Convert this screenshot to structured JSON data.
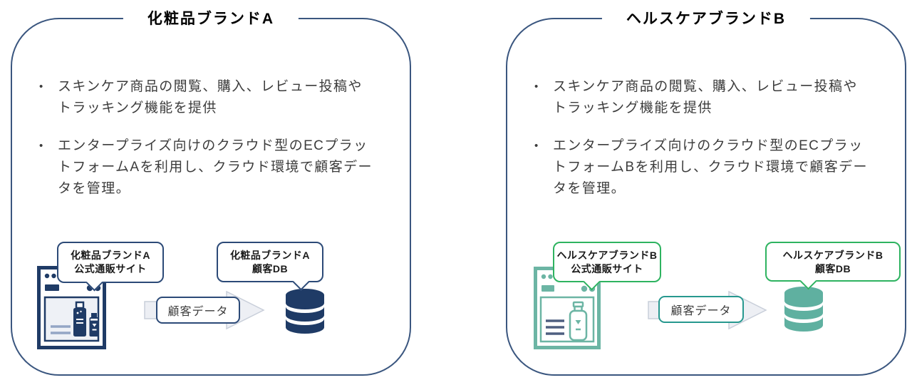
{
  "bullet_marker": "•",
  "arrow": {
    "fill": "#edeff4",
    "stroke": "#c9cfda"
  },
  "icons": {
    "browser": "browser-window-icon",
    "database": "database-cylinder-icon",
    "arrow": "block-arrow-right-icon"
  },
  "panels": [
    {
      "title": "化粧品ブランドA",
      "bullets": [
        "スキンケア商品の閲覧、購入、レビュー投稿やトラッキング機能を提供",
        "エンタープライズ向けのクラウド型のECプラットフォームAを利用し、クラウド環境で顧客データを管理。"
      ],
      "site_callout": {
        "line1": "化粧品ブランドA",
        "line2": "公式通販サイト"
      },
      "db_callout": {
        "line1": "化粧品ブランドA",
        "line2": "顧客DB"
      },
      "arrow_label": "顧客データ",
      "colors": {
        "panel_border": "#3a567f",
        "primary": "#1f3b66",
        "db": "#1f3b66",
        "callout_border": "#2c4a77",
        "arrow_label_border": "#2c4a77",
        "hamburger": "#93a6c5",
        "inner_fill": "#eef1f6"
      }
    },
    {
      "title": "ヘルスケアブランドB",
      "bullets": [
        "スキンケア商品の閲覧、購入、レビュー投稿やトラッキング機能を提供",
        "エンタープライズ向けのクラウド型のECプラットフォームBを利用し、クラウド環境で顧客データを管理。"
      ],
      "site_callout": {
        "line1": "ヘルスケアブランドB",
        "line2": "公式通販サイト"
      },
      "db_callout": {
        "line1": "ヘルスケアブランドB",
        "line2": "顧客DB"
      },
      "arrow_label": "顧客データ",
      "colors": {
        "panel_border": "#3a567f",
        "primary": "#6cb5a4",
        "db": "#5fb0a0",
        "callout_border": "#2eb360",
        "arrow_label_border": "#27988f",
        "hamburger": "#4e5f80",
        "inner_fill": "#ffffff"
      }
    }
  ]
}
